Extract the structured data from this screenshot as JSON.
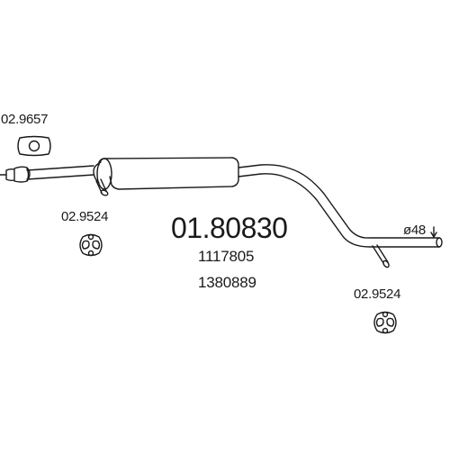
{
  "diagram": {
    "part_number": "01.80830",
    "oem_refs": [
      "1117805",
      "1380889"
    ],
    "accessories": {
      "gasket": "02.9657",
      "hanger_left": "02.9524",
      "hanger_right": "02.9524"
    },
    "diameter_label": "ø48"
  },
  "colors": {
    "line": "#1a1a1a",
    "background": "#ffffff"
  }
}
